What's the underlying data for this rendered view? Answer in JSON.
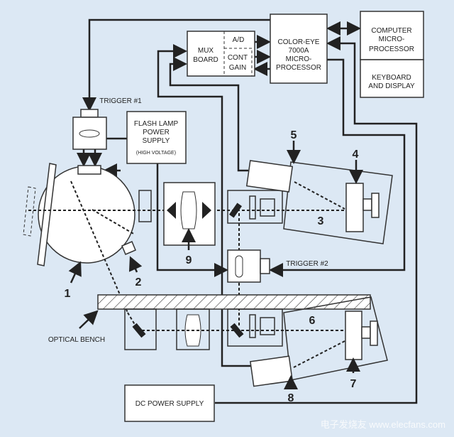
{
  "diagram": {
    "mux_board": [
      "MUX",
      "BOARD"
    ],
    "ad": "A/D",
    "cont_gain": [
      "CONT",
      "GAIN"
    ],
    "color_eye": [
      "COLOR-EYE",
      "7000A",
      "MICRO-",
      "PROCESSOR"
    ],
    "computer": [
      "COMPUTER",
      "MICRO-",
      "PROCESSOR"
    ],
    "keyboard": [
      "KEYBOARD",
      "AND DISPLAY"
    ],
    "trigger1": "TRIGGER #1",
    "trigger2": "TRIGGER #2",
    "flash_lamp": [
      "FLASH LAMP",
      "POWER",
      "SUPPLY",
      "(HIGH VOLTAGE)"
    ],
    "optical_bench": "OPTICAL BENCH",
    "dc_power": "DC POWER SUPPLY",
    "numbers": [
      "1",
      "2",
      "3",
      "4",
      "5",
      "6",
      "7",
      "8",
      "9"
    ],
    "watermark": "电子发烧友 www.elecfans.com"
  }
}
